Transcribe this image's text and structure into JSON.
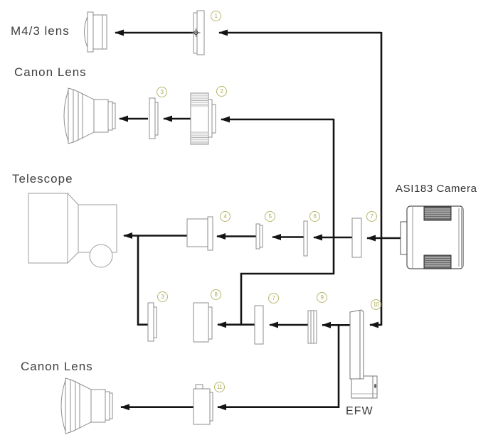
{
  "labels": {
    "m43_lens": "M4/3 lens",
    "canon_lens_top": "Canon Lens",
    "telescope": "Telescope",
    "camera": "ASI183 Camera",
    "efw": "EFW",
    "canon_lens_bottom": "Canon Lens"
  },
  "badges": {
    "adapter1": "1",
    "adapter2": "2",
    "adapter3_canon": "3",
    "adapter4": "4",
    "adapter5": "5",
    "adapter6": "6",
    "adapter7_main": "7",
    "adapter3_efw": "3",
    "adapter8": "8",
    "adapter7_efw": "7",
    "adapter9": "9",
    "adapter10": "10",
    "adapter11": "11"
  },
  "colors": {
    "arrow": "#141414",
    "device_outline": "#8d8d8d",
    "telescope_outline": "#9c9c9c",
    "badge": "#b6b66b",
    "label_text": "#404040",
    "background": "#ffffff"
  }
}
